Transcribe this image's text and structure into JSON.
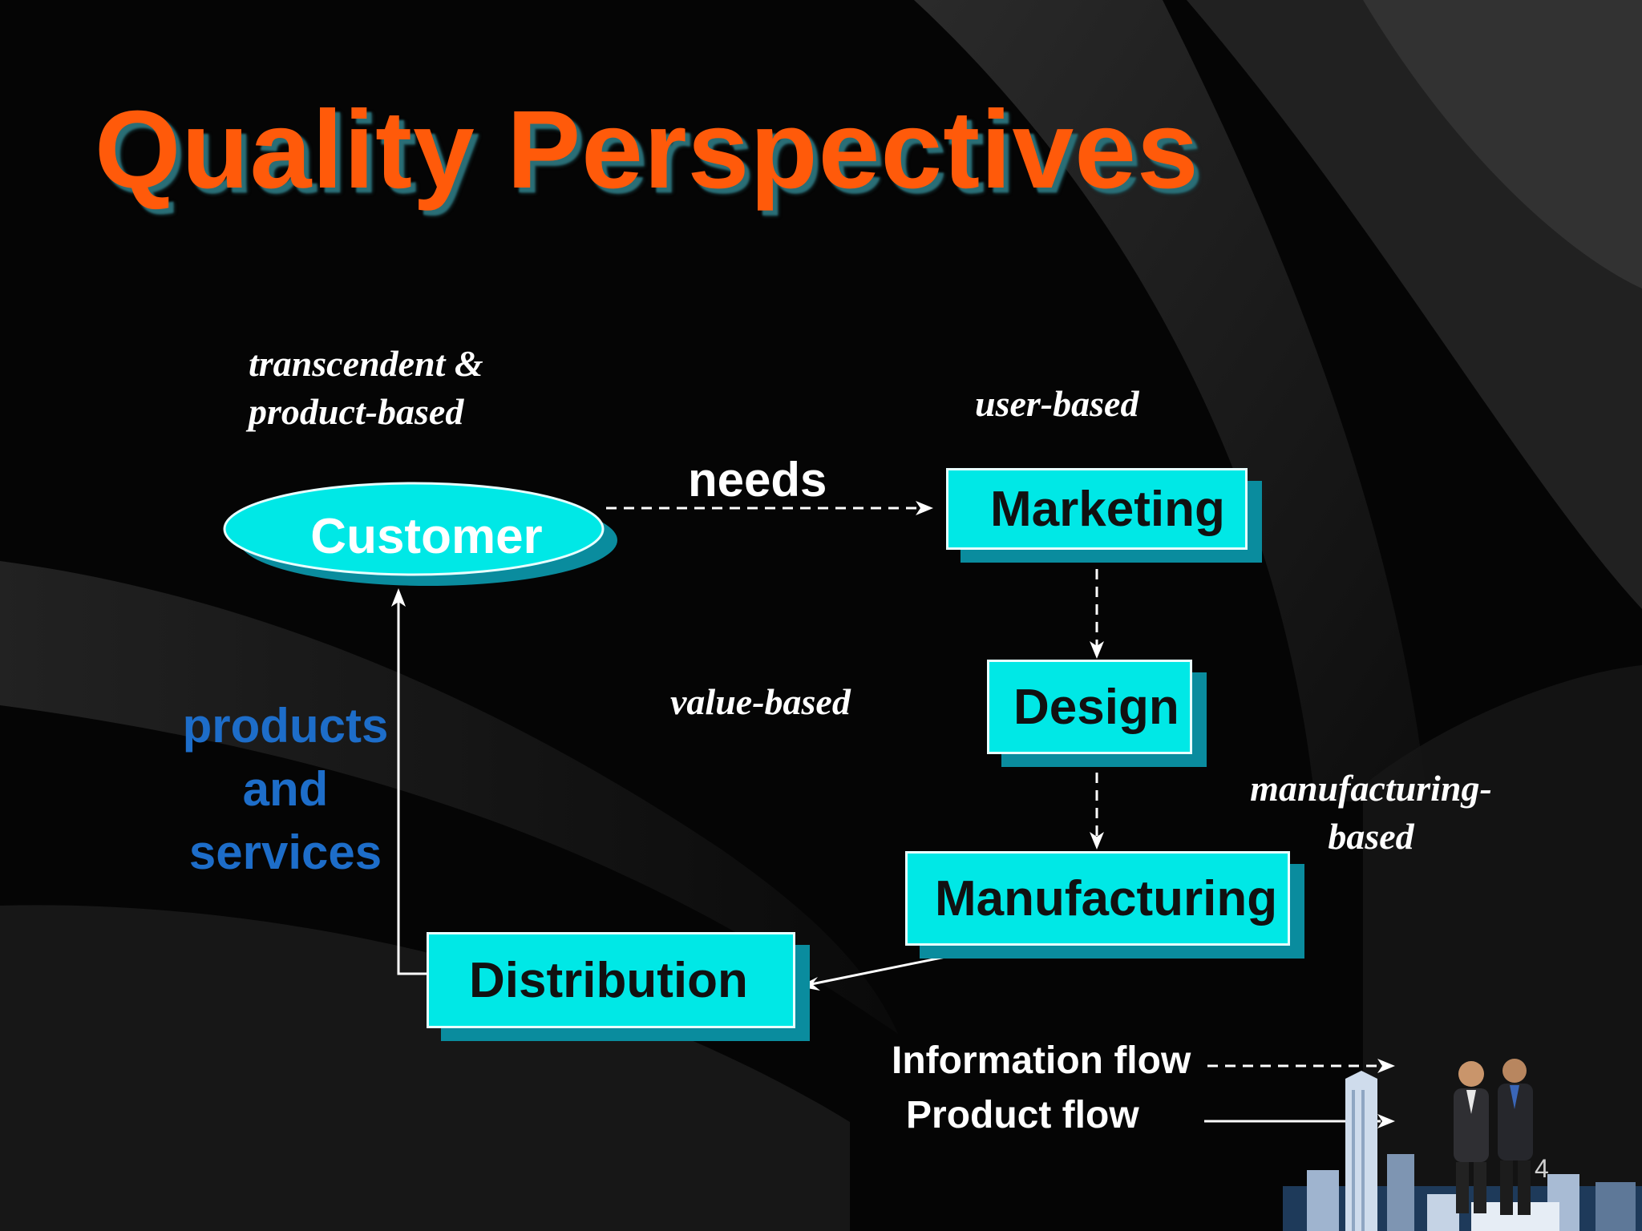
{
  "slide": {
    "title": "Quality Perspectives",
    "slide_number": "4"
  },
  "perspectives": {
    "transcendent_line1": "transcendent &",
    "transcendent_line2": "product-based",
    "user": "user-based",
    "value": "value-based",
    "manufacturing_line1": "manufacturing-",
    "manufacturing_line2": "based"
  },
  "nodes": {
    "customer": "Customer",
    "marketing": "Marketing",
    "design": "Design",
    "manufacturing": "Manufacturing",
    "distribution": "Distribution"
  },
  "edges": {
    "needs": "needs",
    "products_line1": "products",
    "products_line2": "and",
    "products_line3": "services"
  },
  "legend": {
    "information_flow": "Information flow",
    "product_flow": "Product flow"
  },
  "colors": {
    "title": "#ff5a0a",
    "box_fill": "#00e8e6",
    "box_shadow": "#0a8c9e",
    "products_text": "#1d6dc9",
    "background": "#050505"
  }
}
